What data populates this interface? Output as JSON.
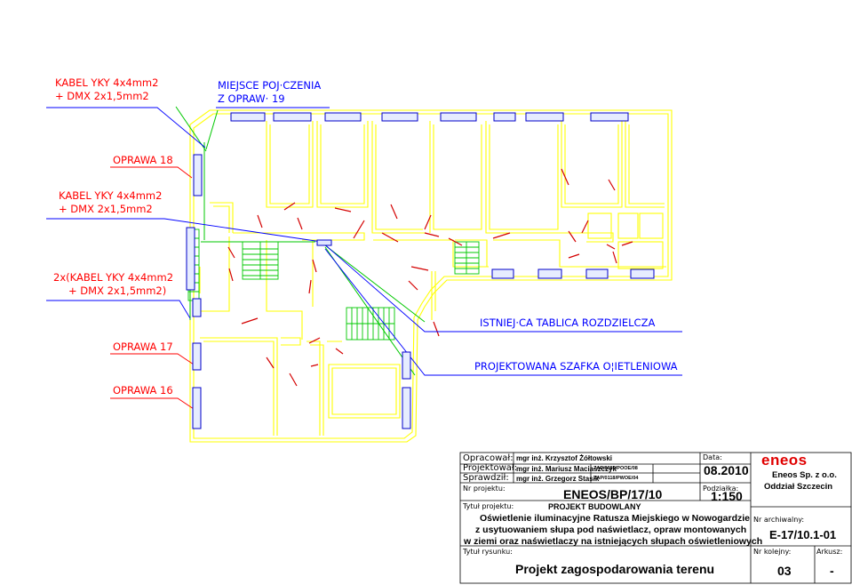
{
  "labels": {
    "cable_top": [
      "KABEL YKY 4x4mm2",
      "+ DMX 2x1,5mm2"
    ],
    "joint_place": [
      "MIEJSCE POJ·CZENIA",
      "Z OPRAW· 19"
    ],
    "luminaire_18": "OPRAWA 18",
    "cable_mid": [
      "KABEL YKY 4x4mm2",
      "+ DMX 2x1,5mm2"
    ],
    "cable_double": [
      "2x(KABEL YKY 4x4mm2",
      "+ DMX 2x1,5mm2)"
    ],
    "existing_board": "ISTNIEJ·CA TABLICA ROZDZIELCZA",
    "designed_box": "PROJEKTOWANA SZAFKA O¦IETLENIOWA",
    "luminaire_17": "OPRAWA 17",
    "luminaire_16": "OPRAWA 16"
  },
  "title_block": {
    "opracowal_label": "Opracował:",
    "opracowal_name": "mgr inż. Krzysztof Żółtowski",
    "projektowal_label": "Projektował:",
    "projektowal_name": "mgr inż. Mariusz Maciaszczyk",
    "projektowal_lic": "ZAP/0089/POOE/08",
    "sprawdzil_label": "Sprawdził:",
    "sprawdzil_name": "mgr inż. Grzegorz Stasik",
    "sprawdzil_lic": "ZAP/0118/PWOE/04",
    "data_label": "Data:",
    "date": "08.2010",
    "nr_projektu_label": "Nr projektu:",
    "project_no": "ENEOS/BP/17/10",
    "podzialka_label": "Podziałka:",
    "scale": "1:150",
    "tytul_projektu_label": "Tytuł projektu:",
    "project_type": "PROJEKT BUDOWLANY",
    "description": [
      "Oświetlenie iluminacyjne Ratusza Miejskiego w Nowogardzie",
      "z usytuowaniem słupa pod naświetlacz, opraw montowanych",
      "w ziemi  oraz naświetlaczy na istniejących słupach oświetleniowych"
    ],
    "tytul_rysunku_label": "Tytuł rysunku:",
    "drawing_title": "Projekt zagospodarowania terenu",
    "logo_text": "eneos",
    "company": "Eneos Sp. z o.o.",
    "branch": "Oddział Szczecin",
    "nr_archiwalny_label": "Nr archiwalny:",
    "archive_no": "E-17/10.1-01",
    "nr_kolejny_label": "Nr kolejny:",
    "sheet_no": "03",
    "arkusz_label": "Arkusz:",
    "sheet_count": "-"
  },
  "colors": {
    "walls": "#ffff00",
    "cables": "#00c800",
    "leader_red": "#ff0000",
    "leader_blue": "#0000ff",
    "luminaire_stroke": "#0000c8",
    "luminaire_fill": "#e6ecff",
    "door": "#d40000"
  }
}
